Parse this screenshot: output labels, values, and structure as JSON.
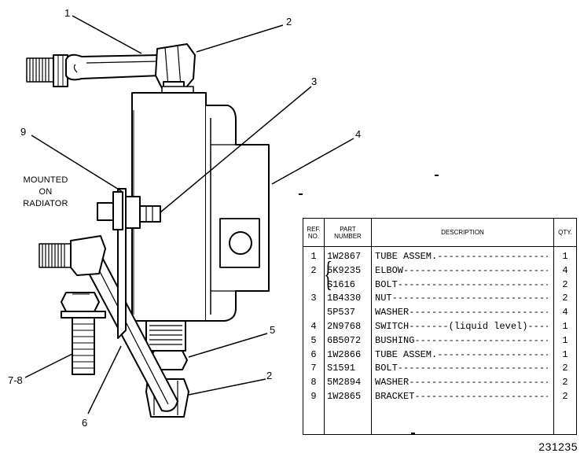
{
  "drawing": {
    "mounted_label": [
      "MOUNTED",
      "ON",
      "RADIATOR"
    ],
    "drawing_number": "231235",
    "callouts": [
      "1",
      "2",
      "3",
      "4",
      "9",
      "5",
      "2",
      "6",
      "7-8"
    ]
  },
  "parts_table": {
    "headers": {
      "ref": "REF.\nNO.",
      "part": "PART\nNUMBER",
      "desc": "DESCRIPTION",
      "qty": "QTY."
    },
    "rows": [
      {
        "ref": "1",
        "part": "1W2867",
        "desc": "TUBE ASSEM.---------------------------",
        "qty": "1"
      },
      {
        "ref": "2",
        "part": "5K9235",
        "desc": "ELBOW-----------------------------",
        "qty": "4"
      },
      {
        "ref": "",
        "part": "S1616",
        "desc": "BOLT-------------------------------",
        "qty": "2"
      },
      {
        "ref": "3",
        "part": "1B4330",
        "desc": "NUT--------------------------------",
        "qty": "2"
      },
      {
        "ref": "",
        "part": "5P537",
        "desc": "WASHER----------------------------",
        "qty": "4"
      },
      {
        "ref": "4",
        "part": "2N9768",
        "desc": "SWITCH-------(liquid level)------",
        "qty": "1"
      },
      {
        "ref": "5",
        "part": "6B5072",
        "desc": "BUSHING---------------------------",
        "qty": "1"
      },
      {
        "ref": "6",
        "part": "1W2866",
        "desc": "TUBE ASSEM.-----------------------",
        "qty": "1"
      },
      {
        "ref": "7",
        "part": "S1591",
        "desc": "BOLT-------------------------------",
        "qty": "2"
      },
      {
        "ref": "8",
        "part": "5M2894",
        "desc": "WASHER----------------------------",
        "qty": "2"
      },
      {
        "ref": "9",
        "part": "1W2865",
        "desc": "BRACKET---------------------------",
        "qty": "2"
      }
    ]
  }
}
